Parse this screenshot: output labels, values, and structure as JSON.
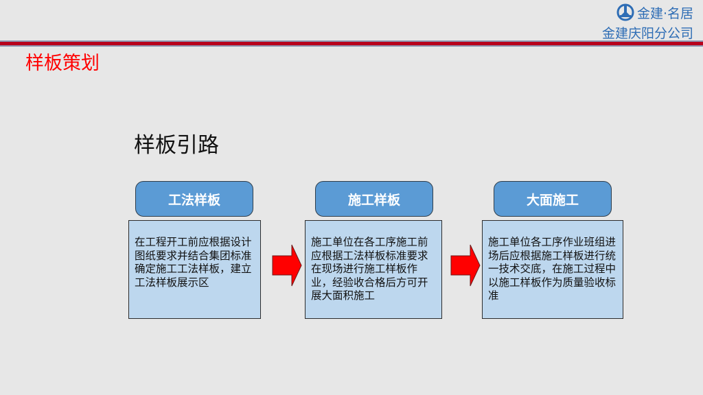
{
  "header": {
    "logo_icon": "company-logo-icon",
    "brand": "金建·名居",
    "company": "金建庆阳分公司",
    "colors": {
      "bar": "#b8001c",
      "bar_border": "#8c94b0",
      "logo": "#2e6db5"
    }
  },
  "section_title": "样板策划",
  "sub_title": "样板引路",
  "steps": [
    {
      "title": "工法样板",
      "text": "在工程开工前应根据设计图纸要求并结合集团标准确定施工工法样板，建立工法样板展示区"
    },
    {
      "title": "施工样板",
      "text": "施工单位在各工序施工前应根据工法样板标准要求在现场进行施工样板作业，经验收合格后方可开展大面积施工"
    },
    {
      "title": "大面施工",
      "text": "施工单位各工序作业班组进场后应根据施工样板进行统一技术交底，在施工过程中以施工样板作为质量验收标准"
    }
  ],
  "arrows": [
    {
      "icon": "right-arrow-icon",
      "color": "#ff0000"
    },
    {
      "icon": "right-arrow-icon",
      "color": "#ff0000"
    }
  ],
  "colors": {
    "background": "#e7e7e7",
    "title_red": "#ff0000",
    "step_head": "#5b9bd5",
    "step_body": "#bdd7ee"
  }
}
